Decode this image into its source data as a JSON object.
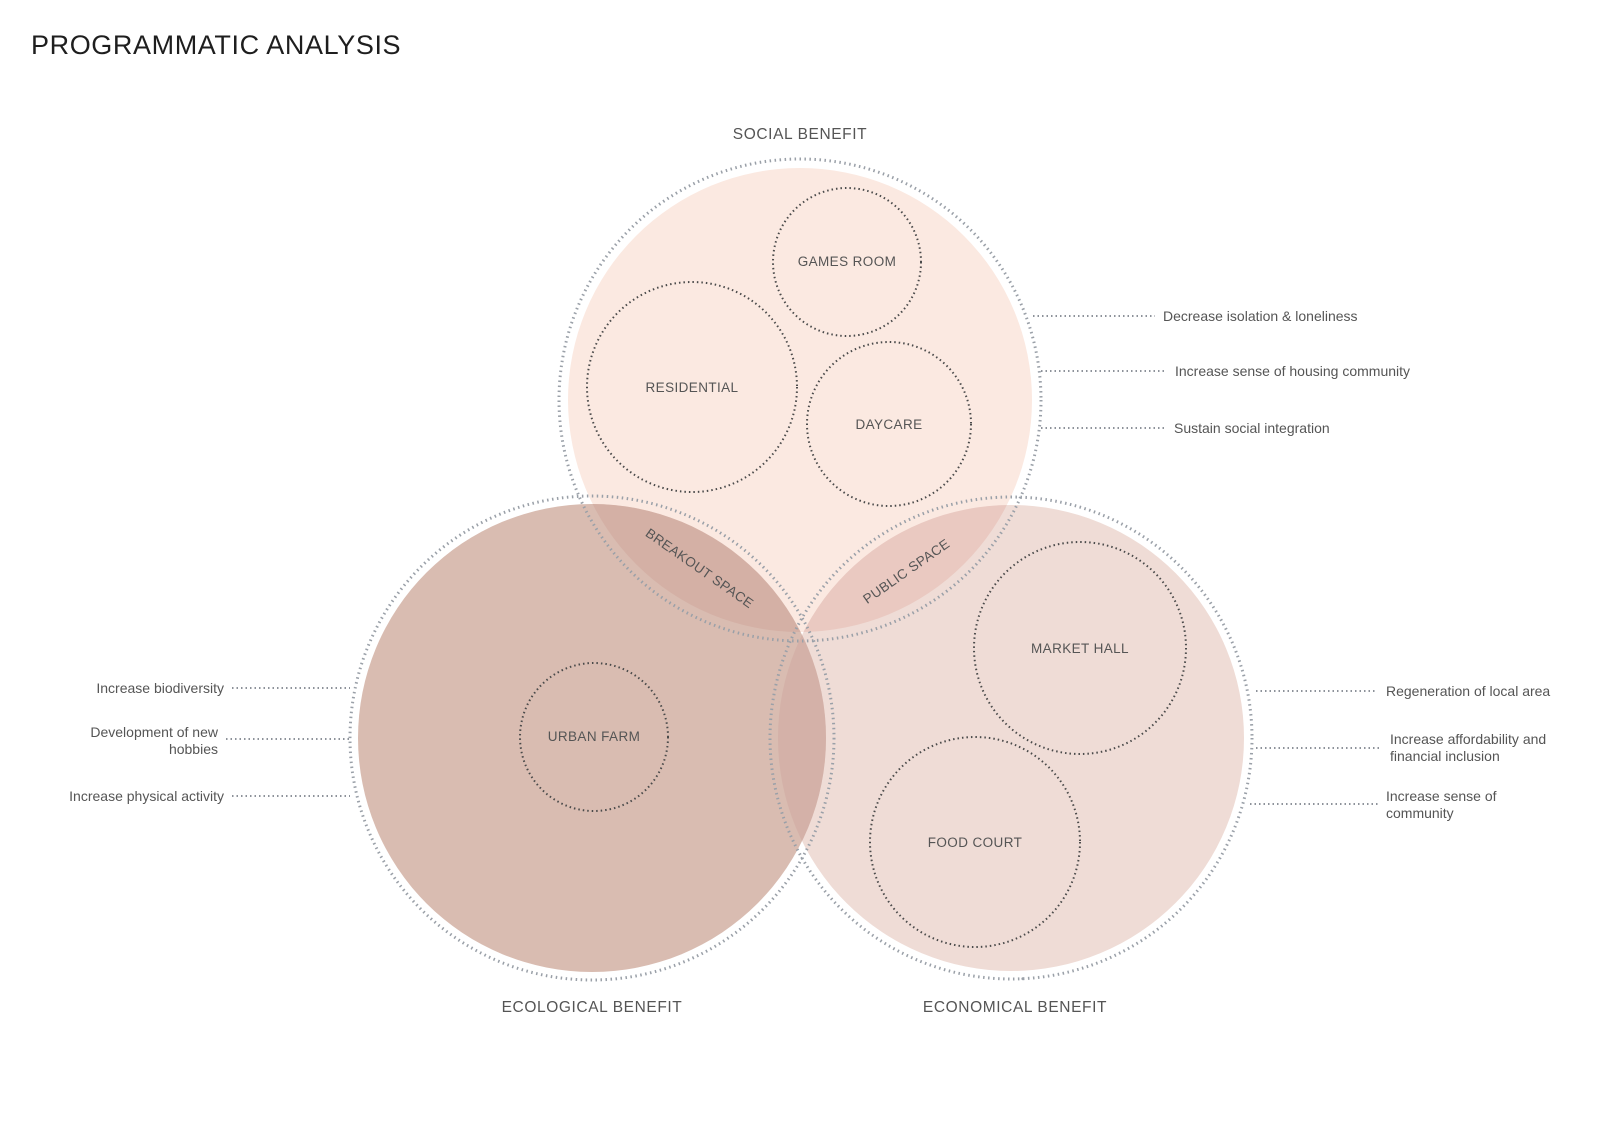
{
  "title": "PROGRAMMATIC ANALYSIS",
  "colors": {
    "social_fill": "#fbe9e1",
    "ecological_fill": "#d9bcb1",
    "economical_fill": "#efdcd6",
    "ring_stroke": "#9aa0a8",
    "program_stroke": "#4a4a4a",
    "text": "#555555"
  },
  "sectors": {
    "social": {
      "label": "SOCIAL BENEFIT",
      "benefits": [
        "Decrease isolation & loneliness",
        "Increase sense of housing community",
        "Sustain social integration"
      ]
    },
    "ecological": {
      "label": "ECOLOGICAL BENEFIT",
      "benefits": [
        "Increase biodiversity",
        "Development of new hobbies",
        "Increase physical activity"
      ]
    },
    "economical": {
      "label": "ECONOMICAL BENEFIT",
      "benefits": [
        "Regeneration of local area",
        "Increase affordability and financial inclusion",
        "Increase sense of community"
      ]
    }
  },
  "programs": {
    "games_room": "GAMES ROOM",
    "residential": "RESIDENTIAL",
    "daycare": "DAYCARE",
    "urban_farm": "URBAN FARM",
    "market_hall": "MARKET HALL",
    "food_court": "FOOD COURT"
  },
  "overlaps": {
    "social_ecological": "BREAKOUT SPACE",
    "social_economical": "PUBLIC SPACE"
  }
}
